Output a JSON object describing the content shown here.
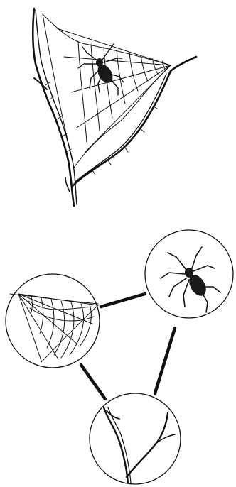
{
  "colors": {
    "ink": "#111111",
    "background": "#ffffff"
  },
  "scene": {
    "top": [
      "branch",
      "web",
      "spider"
    ],
    "bottom": {
      "nodes": [
        "web",
        "spider",
        "branch"
      ],
      "connectors": [
        [
          "web",
          "spider"
        ],
        [
          "spider",
          "branch"
        ],
        [
          "branch",
          "web"
        ]
      ]
    }
  }
}
